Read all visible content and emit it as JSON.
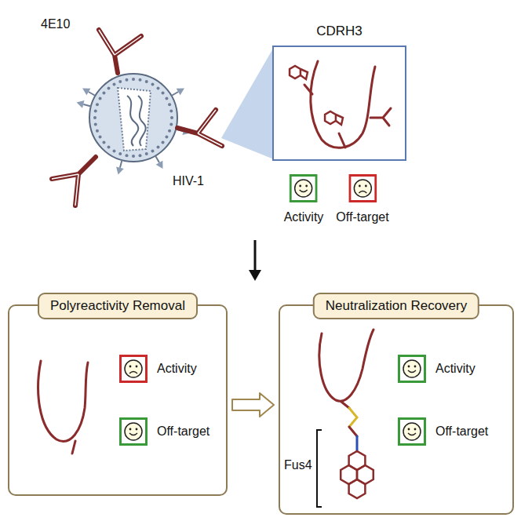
{
  "diagram": {
    "nodes": [
      {
        "text": [
          "CDRH3"
        ]
      },
      {
        "text": [
          "Activity"
        ]
      },
      {
        "text": [
          "Off-target"
        ]
      },
      {
        "text": [
          "Polyreactivity Removal"
        ]
      },
      {
        "text": [
          "Activity"
        ],
        "in": 3
      },
      {
        "text": [
          "Off-target"
        ],
        "in": 3
      },
      {
        "text": [
          "Neutralization Recovery"
        ]
      },
      {
        "text": [
          "Activity"
        ],
        "in": 6
      },
      {
        "text": [
          "Off-target"
        ],
        "in": 6
      }
    ],
    "edges": [
      {
        "from": 3,
        "to": 6,
        "arrow": "to"
      }
    ],
    "labels": [
      "4E10",
      "HIV-1",
      "Fus4"
    ]
  }
}
